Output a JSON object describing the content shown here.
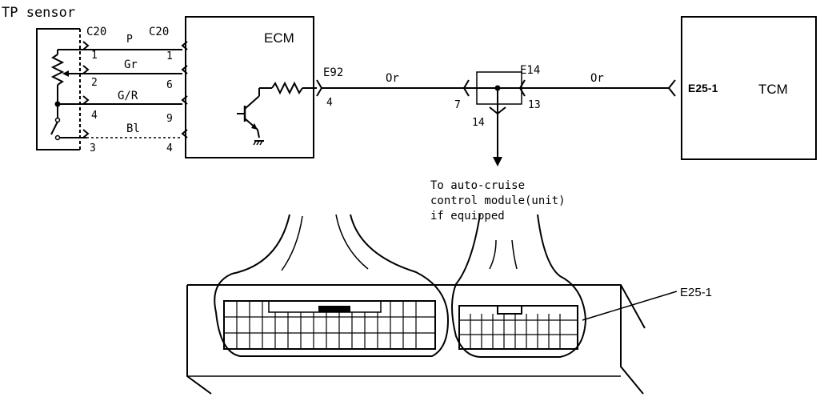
{
  "components": {
    "tp_sensor": {
      "label": "TP sensor"
    },
    "ecm": {
      "label": "ECM"
    },
    "tcm": {
      "label": "TCM"
    }
  },
  "connectors": {
    "c20_left": "C20",
    "c20_right": "C20",
    "e92": "E92",
    "e14": "E14",
    "e25_tcm": "E25-1",
    "e25_callout": "E25-1"
  },
  "pins": {
    "sensor": [
      "1",
      "2",
      "4",
      "3"
    ],
    "ecm_c20": [
      "1",
      "6",
      "9",
      "4"
    ],
    "e92": "4",
    "e14_left": "7",
    "e14_right": "13",
    "e14_bottom": "14"
  },
  "wires": {
    "p": "P",
    "gr": "Gr",
    "gr_r": "G/R",
    "bl": "Bl",
    "or_left": "Or",
    "or_right": "Or"
  },
  "notes": {
    "branch_line1": "To auto-cruise",
    "branch_line2": "control module(unit)",
    "branch_line3": "if equipped"
  }
}
